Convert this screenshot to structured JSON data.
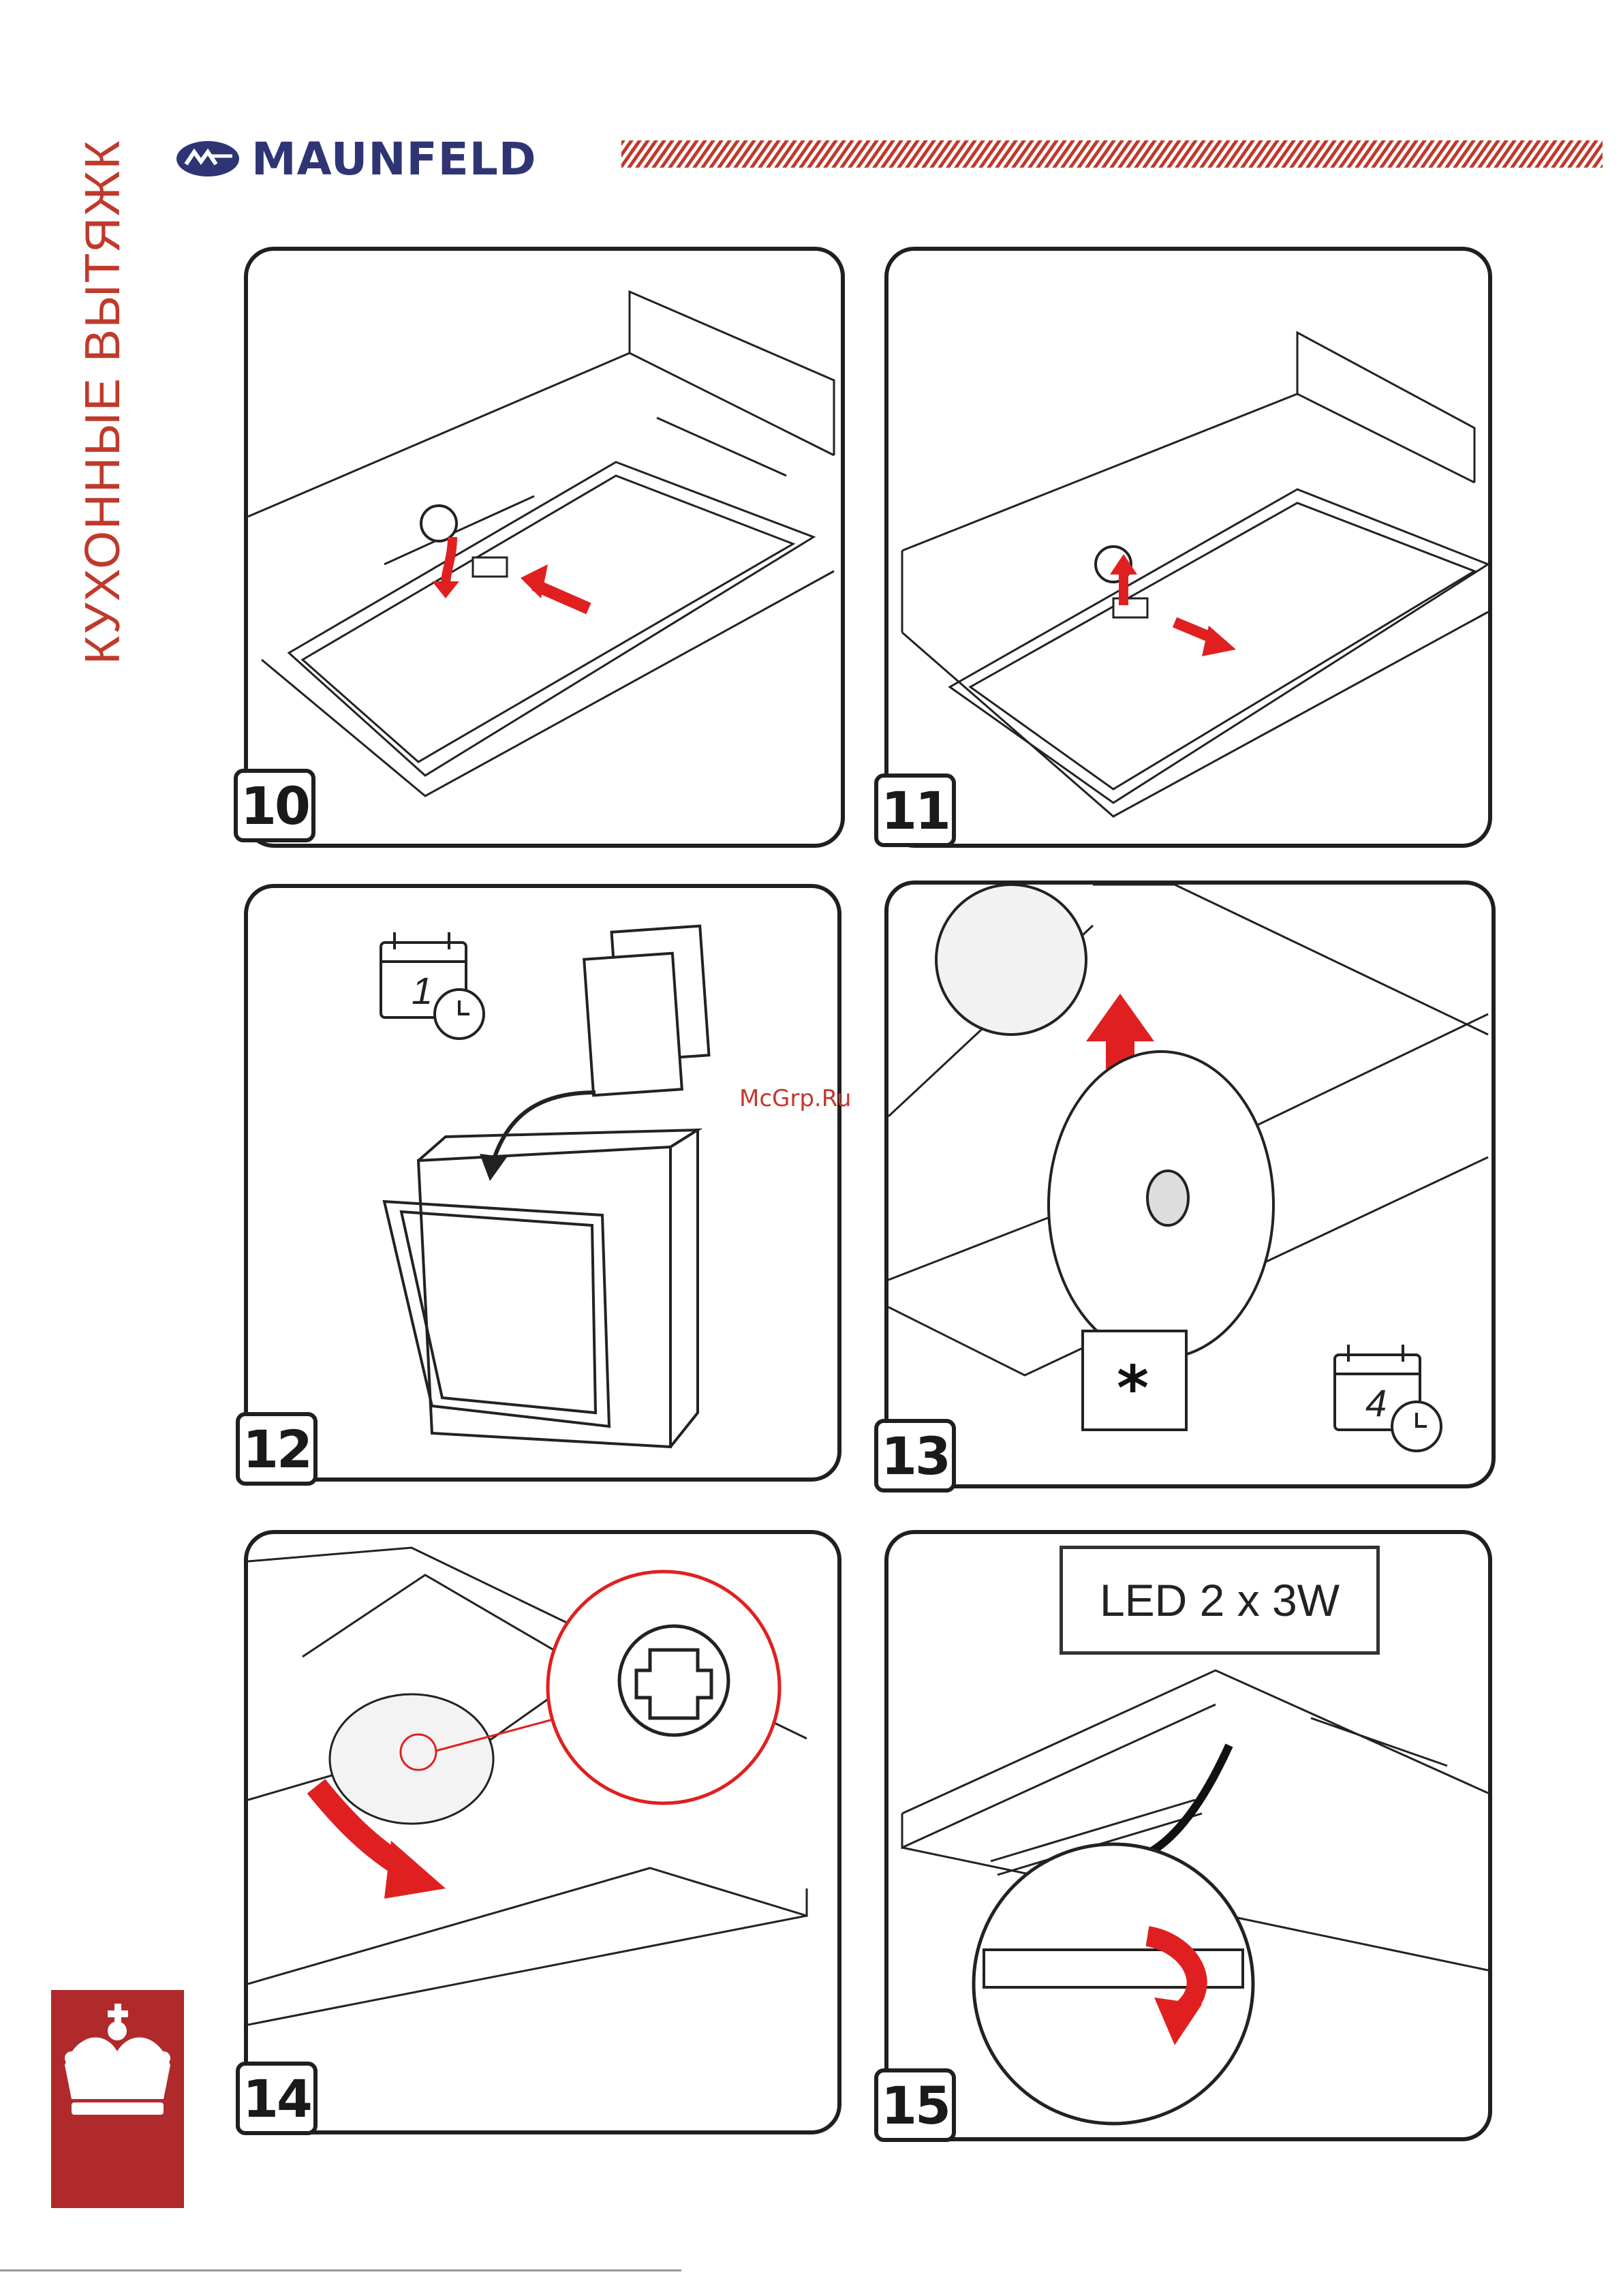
{
  "header": {
    "section_title": "КУХОННЫЕ ВЫТЯЖКИ",
    "brand_name": "MAUNFELD"
  },
  "watermark": "McGrp.Ru",
  "steps": [
    {
      "number": "10"
    },
    {
      "number": "11"
    },
    {
      "number": "12",
      "calendar": "1"
    },
    {
      "number": "13",
      "calendar": "4",
      "callout": "*"
    },
    {
      "number": "14"
    },
    {
      "number": "15",
      "label": "LED 2 x 3W"
    }
  ],
  "colors": {
    "brand_blue": "#2f3474",
    "accent_red": "#c0392b",
    "crest_red": "#b02a2b",
    "arrow_red": "#e02020"
  },
  "icons": [
    "maunfeld-logo-icon",
    "calendar-clock-icon",
    "crown-crest-icon",
    "arrow-icon"
  ]
}
